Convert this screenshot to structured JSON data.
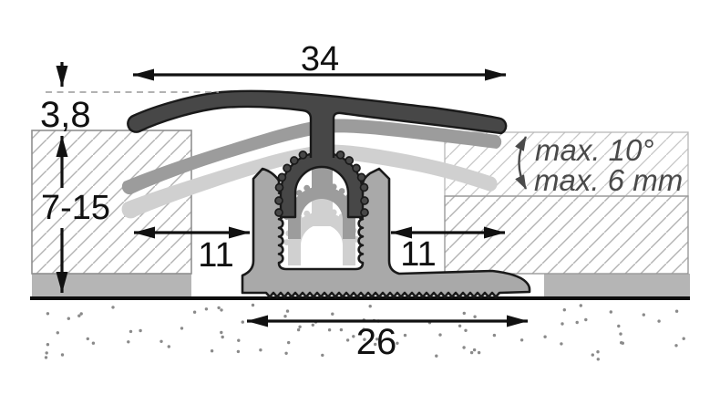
{
  "diagram": {
    "type": "profile-cross-section",
    "dimensions": {
      "profile_top_width": "34",
      "profile_top_height": "3,8",
      "flooring_thickness_range": "7-15",
      "clearance_left": "11",
      "clearance_right": "11",
      "base_width": "26"
    },
    "annotations": {
      "max_angle": "max. 10°",
      "max_height_difference": "max. 6 mm"
    },
    "colors": {
      "profile_high_position": "#474747",
      "profile_mid_position": "#9c9c9c",
      "profile_low_position": "#d0d0d0",
      "base_profile": "#a9a9a9",
      "outline": "#1a1a1a",
      "baseline": "#0d0d0d",
      "underlay_strip": "#b5b5b5",
      "hatch_line": "#b3b3b3",
      "hatch_line_light": "#c6c6c6",
      "block_border": "#8f8f8f",
      "swing_zone_border": "#b8b8b8",
      "dashed_reference": "#999999",
      "dimension_line": "#111111",
      "annotation_color": "#4a4a4a",
      "stipple_dot": "#8a8a8a"
    }
  }
}
